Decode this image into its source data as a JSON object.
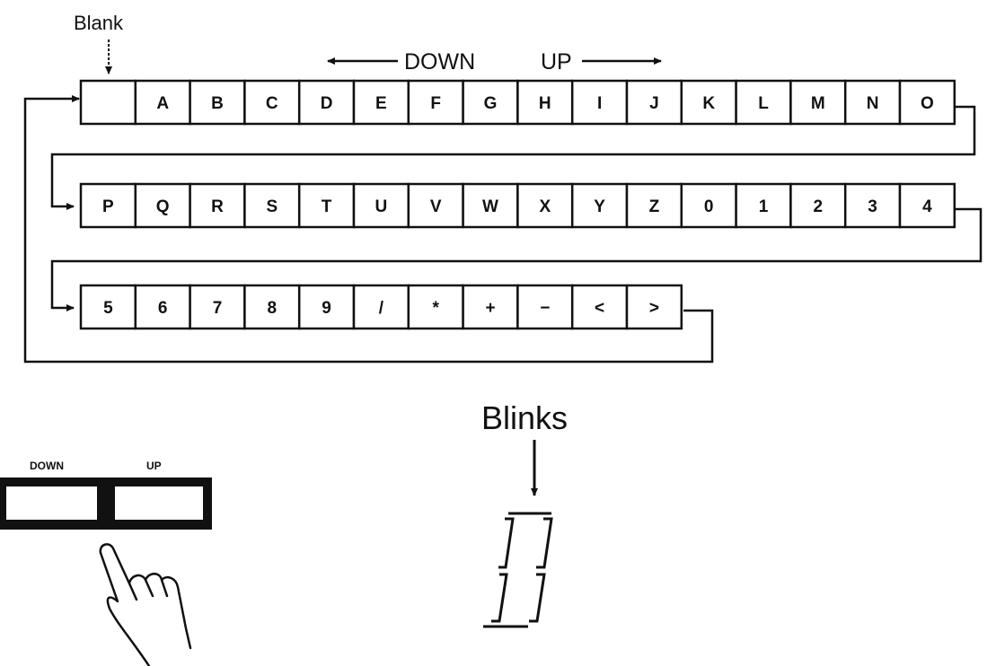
{
  "labels": {
    "blank": "Blank",
    "down": "DOWN",
    "up": "UP",
    "blinks": "Blinks"
  },
  "button_panel": {
    "down_label": "DOWN",
    "up_label": "UP"
  },
  "character_rows": [
    [
      "",
      "A",
      "B",
      "C",
      "D",
      "E",
      "F",
      "G",
      "H",
      "I",
      "J",
      "K",
      "L",
      "M",
      "N",
      "O"
    ],
    [
      "P",
      "Q",
      "R",
      "S",
      "T",
      "U",
      "V",
      "W",
      "X",
      "Y",
      "Z",
      "0",
      "1",
      "2",
      "3",
      "4"
    ],
    [
      "5",
      "6",
      "7",
      "8",
      "9",
      "/",
      "*",
      "+",
      "−",
      "<",
      ">"
    ]
  ],
  "colors": {
    "ink": "#111111",
    "paper": "#ffffff"
  },
  "icons": [
    "pointing-hand-icon",
    "seven-segment-digit-icon"
  ]
}
